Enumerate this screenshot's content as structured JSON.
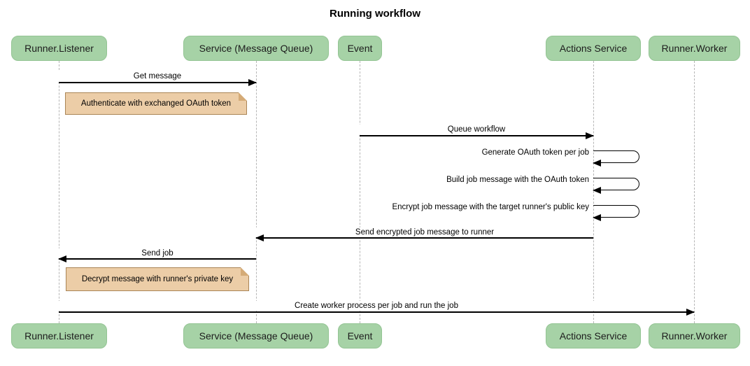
{
  "title": "Running workflow",
  "colors": {
    "background": "#ffffff",
    "participant_fill": "#a6d2a6",
    "participant_border": "#93c493",
    "note_fill": "#eccda7",
    "note_border": "#aa8556",
    "lifeline": "#b5b5b5",
    "arrow": "#000000"
  },
  "participants": [
    {
      "label": "Runner.Listener"
    },
    {
      "label": "Service (Message Queue)"
    },
    {
      "label": "Event"
    },
    {
      "label": "Actions Service"
    },
    {
      "label": "Runner.Worker"
    }
  ],
  "messages": [
    {
      "label": "Get message",
      "from": "Runner.Listener",
      "to": "Service (Message Queue)",
      "type": "arrow"
    },
    {
      "label": "Queue workflow",
      "from": "Event",
      "to": "Actions Service",
      "type": "arrow"
    },
    {
      "label": "Generate OAuth token per job",
      "from": "Actions Service",
      "to": "Actions Service",
      "type": "self"
    },
    {
      "label": "Build job message with the OAuth token",
      "from": "Actions Service",
      "to": "Actions Service",
      "type": "self"
    },
    {
      "label": "Encrypt job message with the target runner's public key",
      "from": "Actions Service",
      "to": "Actions Service",
      "type": "self"
    },
    {
      "label": "Send encrypted job message to runner",
      "from": "Actions Service",
      "to": "Service (Message Queue)",
      "type": "arrow"
    },
    {
      "label": "Send job",
      "from": "Service (Message Queue)",
      "to": "Runner.Listener",
      "type": "arrow"
    },
    {
      "label": "Create worker process per job and run the job",
      "from": "Runner.Listener",
      "to": "Runner.Worker",
      "type": "arrow"
    }
  ],
  "notes": [
    {
      "label": "Authenticate with exchanged OAuth token",
      "over": "Runner.Listener"
    },
    {
      "label": "Decrypt message with runner's private key",
      "over": "Runner.Listener"
    }
  ]
}
